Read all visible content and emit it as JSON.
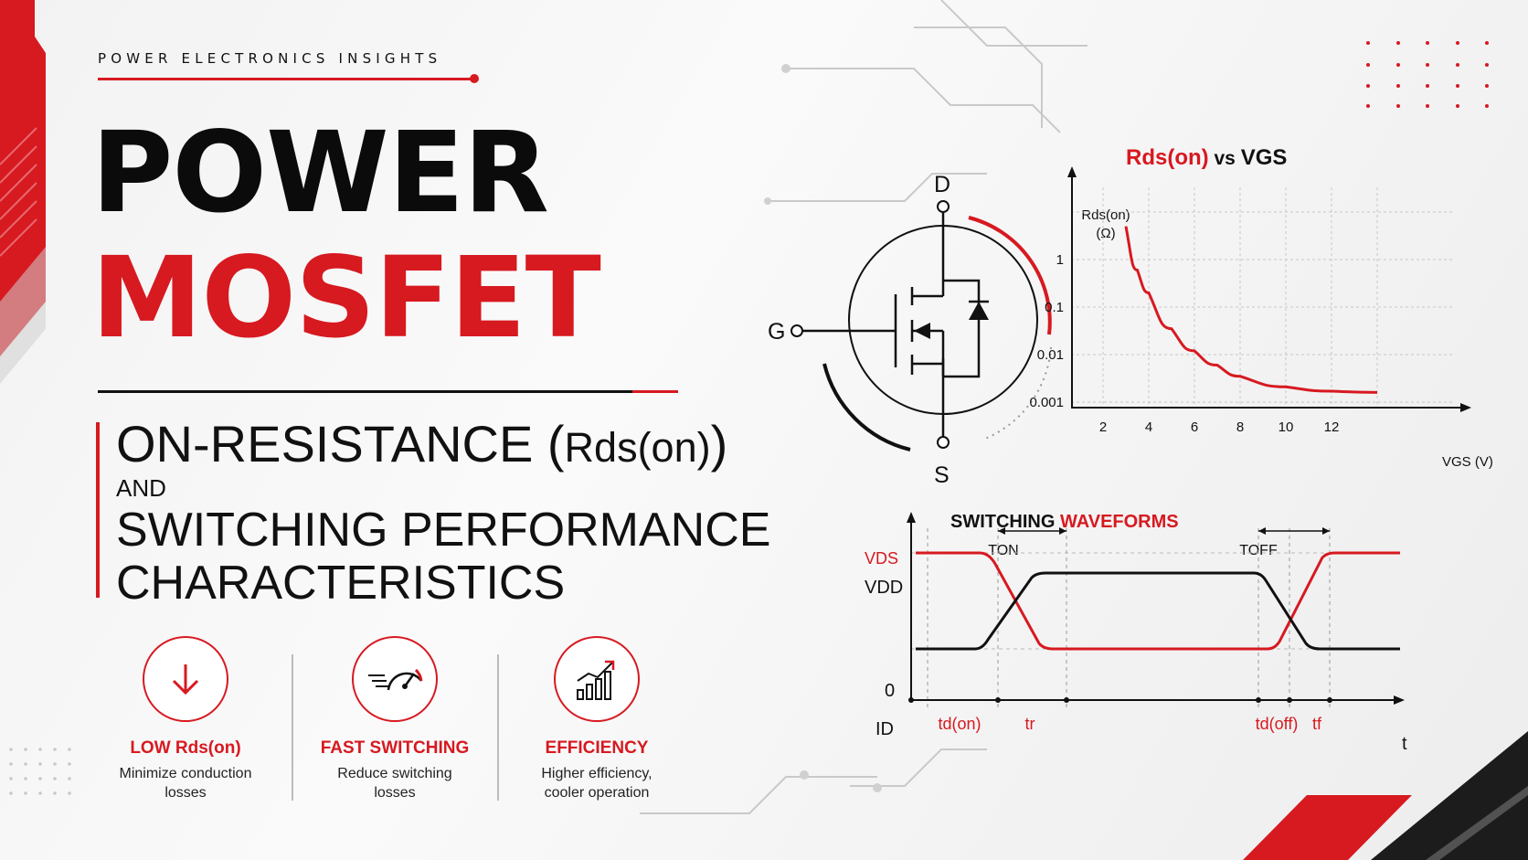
{
  "header": {
    "kicker": "POWER ELECTRONICS INSIGHTS",
    "title_line1": "POWER",
    "title_line2": "MOSFET",
    "subtitle_main": "ON-RESISTANCE (",
    "subtitle_rds": "Rds(on)",
    "subtitle_close": ")",
    "subtitle_and": "AND",
    "subtitle_line3": "SWITCHING PERFORMANCE",
    "subtitle_line4": "CHARACTERISTICS"
  },
  "features": [
    {
      "icon": "arrow-down-icon",
      "title": "LOW Rds(on)",
      "desc_line1": "Minimize conduction",
      "desc_line2": "losses"
    },
    {
      "icon": "speedometer-icon",
      "title": "FAST SWITCHING",
      "desc_line1": "Reduce switching",
      "desc_line2": "losses"
    },
    {
      "icon": "bar-chart-growth-icon",
      "title": "EFFICIENCY",
      "desc_line1": "Higher efficiency,",
      "desc_line2": "cooler operation"
    }
  ],
  "symbol": {
    "drain": "D",
    "gate": "G",
    "source": "S"
  },
  "colors": {
    "accent": "#d71920",
    "ink": "#0b0b0b",
    "background": "#f4f4f4"
  },
  "chart_data": [
    {
      "type": "line",
      "title_part1": "Rds(on)",
      "title_part2": " vs ",
      "title_part3": "VGS",
      "ylabel_line1": "Rds(on)",
      "ylabel_line2": "(Ω)",
      "xlabel": "VGS (V)",
      "x_ticks": [
        "2",
        "4",
        "6",
        "8",
        "10",
        "12"
      ],
      "y_ticks": [
        "1",
        "0.1",
        "0.01",
        "0.001"
      ],
      "y_scale": "log",
      "grid": true,
      "series": [
        {
          "color": "#d71920",
          "x": [
            3,
            3.5,
            4,
            5,
            6,
            7,
            8,
            10,
            12,
            14
          ],
          "y": [
            5,
            0.6,
            0.2,
            0.035,
            0.012,
            0.006,
            0.0035,
            0.0021,
            0.0017,
            0.0016
          ]
        }
      ]
    },
    {
      "type": "line",
      "title_part1": "SWITCHING ",
      "title_part2": "WAVEFORMS",
      "ylabel_vds": "VDS",
      "ylabel_id": "ID",
      "level_vdd": "VDD",
      "level_zero": "0",
      "xlabel": "t",
      "interval_on": "TON",
      "interval_off": "TOFF",
      "time_markers": [
        "td(on)",
        "tr",
        "td(off)",
        "tf"
      ],
      "x": [
        0,
        1,
        2,
        3,
        4,
        5,
        6,
        7
      ],
      "series": [
        {
          "name": "VDS",
          "color": "#d71920",
          "values": [
            1,
            1,
            0,
            0,
            0,
            1,
            1,
            1
          ]
        },
        {
          "name": "ID",
          "color": "#111111",
          "values": [
            0,
            0,
            1,
            1,
            1,
            0,
            0,
            0
          ]
        }
      ]
    }
  ]
}
